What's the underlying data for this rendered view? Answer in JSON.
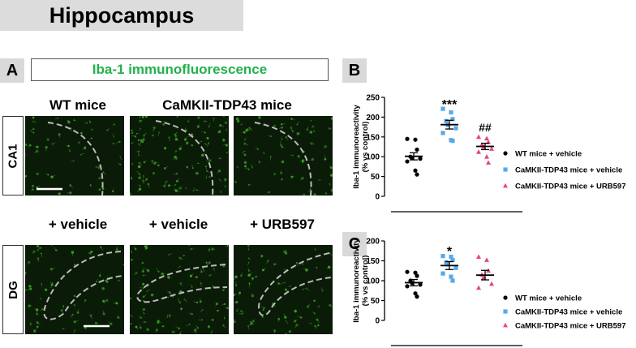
{
  "header": {
    "title": "Hippocampus"
  },
  "figure": {
    "panel_a_label": "A",
    "panel_b_label": "B",
    "panel_c_label": "C",
    "stain_title": "Iba-1 immunofluorescence",
    "group_labels": {
      "wt": "WT mice",
      "tdp": "CaMKII-TDP43 mice"
    },
    "treatment_labels": [
      "+ vehicle",
      "+ vehicle",
      "+ URB597"
    ],
    "region_labels": [
      "CA1",
      "DG"
    ],
    "colors": {
      "stain_title": "#22b14c",
      "wt": "#000000",
      "tdp_vehicle": "#5aa9e6",
      "tdp_urb": "#e8457a",
      "micrograph_bg": "#0a1c07",
      "signal": "#3fa02a"
    }
  },
  "chart_data": [
    {
      "type": "scatter",
      "panel": "B",
      "ylabel": "Iba-1 immunoreactivity (% vs control)",
      "ylim": [
        0,
        250
      ],
      "yticks": [
        0,
        50,
        100,
        150,
        200,
        250
      ],
      "grid": false,
      "legend_position": "right",
      "series": [
        {
          "name": "WT mice + vehicle",
          "marker": "circle",
          "color": "#000000",
          "mean": 101,
          "sem": 9,
          "values": [
            145,
            143,
            118,
            100,
            97,
            95,
            88,
            65,
            55
          ]
        },
        {
          "name": "CaMKII-TDP43 mice + vehicle",
          "marker": "square",
          "color": "#5aa9e6",
          "mean": 181,
          "sem": 11,
          "values": [
            221,
            212,
            195,
            190,
            180,
            172,
            160,
            142,
            140
          ]
        },
        {
          "name": "CaMKII-TDP43 mice + URB597",
          "marker": "triangle",
          "color": "#e8457a",
          "mean": 126,
          "sem": 8,
          "values": [
            150,
            146,
            137,
            130,
            125,
            120,
            112,
            100,
            85
          ]
        }
      ],
      "annotations": [
        "***",
        "##"
      ]
    },
    {
      "type": "scatter",
      "panel": "C",
      "ylabel": "Iba-1 immunoreactivity (% vs control)",
      "ylim": [
        0,
        200
      ],
      "yticks": [
        0,
        50,
        100,
        150,
        200
      ],
      "grid": false,
      "legend_position": "right",
      "series": [
        {
          "name": "WT mice + vehicle",
          "marker": "circle",
          "color": "#000000",
          "mean": 95,
          "sem": 8,
          "values": [
            122,
            120,
            112,
            100,
            94,
            90,
            86,
            68,
            60
          ]
        },
        {
          "name": "CaMKII-TDP43 mice + vehicle",
          "marker": "square",
          "color": "#5aa9e6",
          "mean": 138,
          "sem": 10,
          "values": [
            162,
            160,
            152,
            146,
            141,
            132,
            118,
            110,
            100
          ]
        },
        {
          "name": "CaMKII-TDP43 mice + URB597",
          "marker": "triangle",
          "color": "#e8457a",
          "mean": 114,
          "sem": 12,
          "values": [
            160,
            152,
            125,
            115,
            108,
            92,
            82
          ]
        }
      ],
      "annotations": [
        "*"
      ]
    }
  ]
}
